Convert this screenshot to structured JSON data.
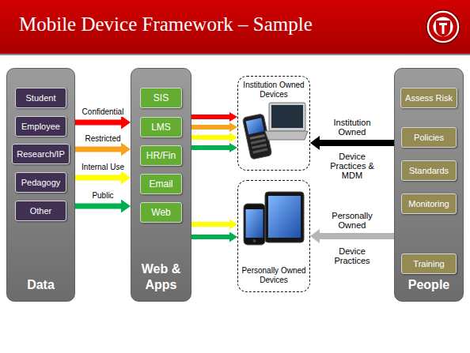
{
  "diagram": {
    "title": "Mobile Device Framework – Sample",
    "nodes": [
      {
        "text": [
          "Data"
        ]
      },
      {
        "text": [
          "Student"
        ],
        "in": 0
      },
      {
        "text": [
          "Employee"
        ],
        "in": 0
      },
      {
        "text": [
          "Research/IP"
        ],
        "in": 0
      },
      {
        "text": [
          "Pedagogy"
        ],
        "in": 0
      },
      {
        "text": [
          "Other"
        ],
        "in": 0
      },
      {
        "text": [
          "Web & Apps"
        ]
      },
      {
        "text": [
          "SIS"
        ],
        "in": 6
      },
      {
        "text": [
          "LMS"
        ],
        "in": 6
      },
      {
        "text": [
          "HR/Fin"
        ],
        "in": 6
      },
      {
        "text": [
          "Email"
        ],
        "in": 6
      },
      {
        "text": [
          "Web"
        ],
        "in": 6
      },
      {
        "text": [
          "Institution Owned Devices"
        ]
      },
      {
        "text": [
          "Personally Owned Devices"
        ]
      },
      {
        "text": [
          "People"
        ]
      },
      {
        "text": [
          "Assess Risk"
        ],
        "in": 14
      },
      {
        "text": [
          "Policies"
        ],
        "in": 14
      },
      {
        "text": [
          "Standards"
        ],
        "in": 14
      },
      {
        "text": [
          "Monitoring"
        ],
        "in": 14
      },
      {
        "text": [
          "Training"
        ],
        "in": 14
      }
    ],
    "edges": [
      {
        "from": 0,
        "to": 6,
        "arrow": "to",
        "label": "Confidential"
      },
      {
        "from": 0,
        "to": 6,
        "arrow": "to",
        "label": "Restricted"
      },
      {
        "from": 0,
        "to": 6,
        "arrow": "to",
        "label": "Internal Use"
      },
      {
        "from": 0,
        "to": 6,
        "arrow": "to",
        "label": "Public"
      },
      {
        "from": 6,
        "to": 12,
        "arrow": "to"
      },
      {
        "from": 6,
        "to": 12,
        "arrow": "to"
      },
      {
        "from": 6,
        "to": 12,
        "arrow": "to"
      },
      {
        "from": 6,
        "to": 12,
        "arrow": "to"
      },
      {
        "from": 6,
        "to": 13,
        "arrow": "to"
      },
      {
        "from": 6,
        "to": 13,
        "arrow": "to"
      },
      {
        "from": 14,
        "to": 12,
        "arrow": "to",
        "label": "Institution Owned"
      },
      {
        "from": 14,
        "to": 13,
        "arrow": "to",
        "label": "Personally Owned"
      }
    ],
    "labels": [
      "Device Practices & MDM",
      "Device Practices"
    ]
  }
}
